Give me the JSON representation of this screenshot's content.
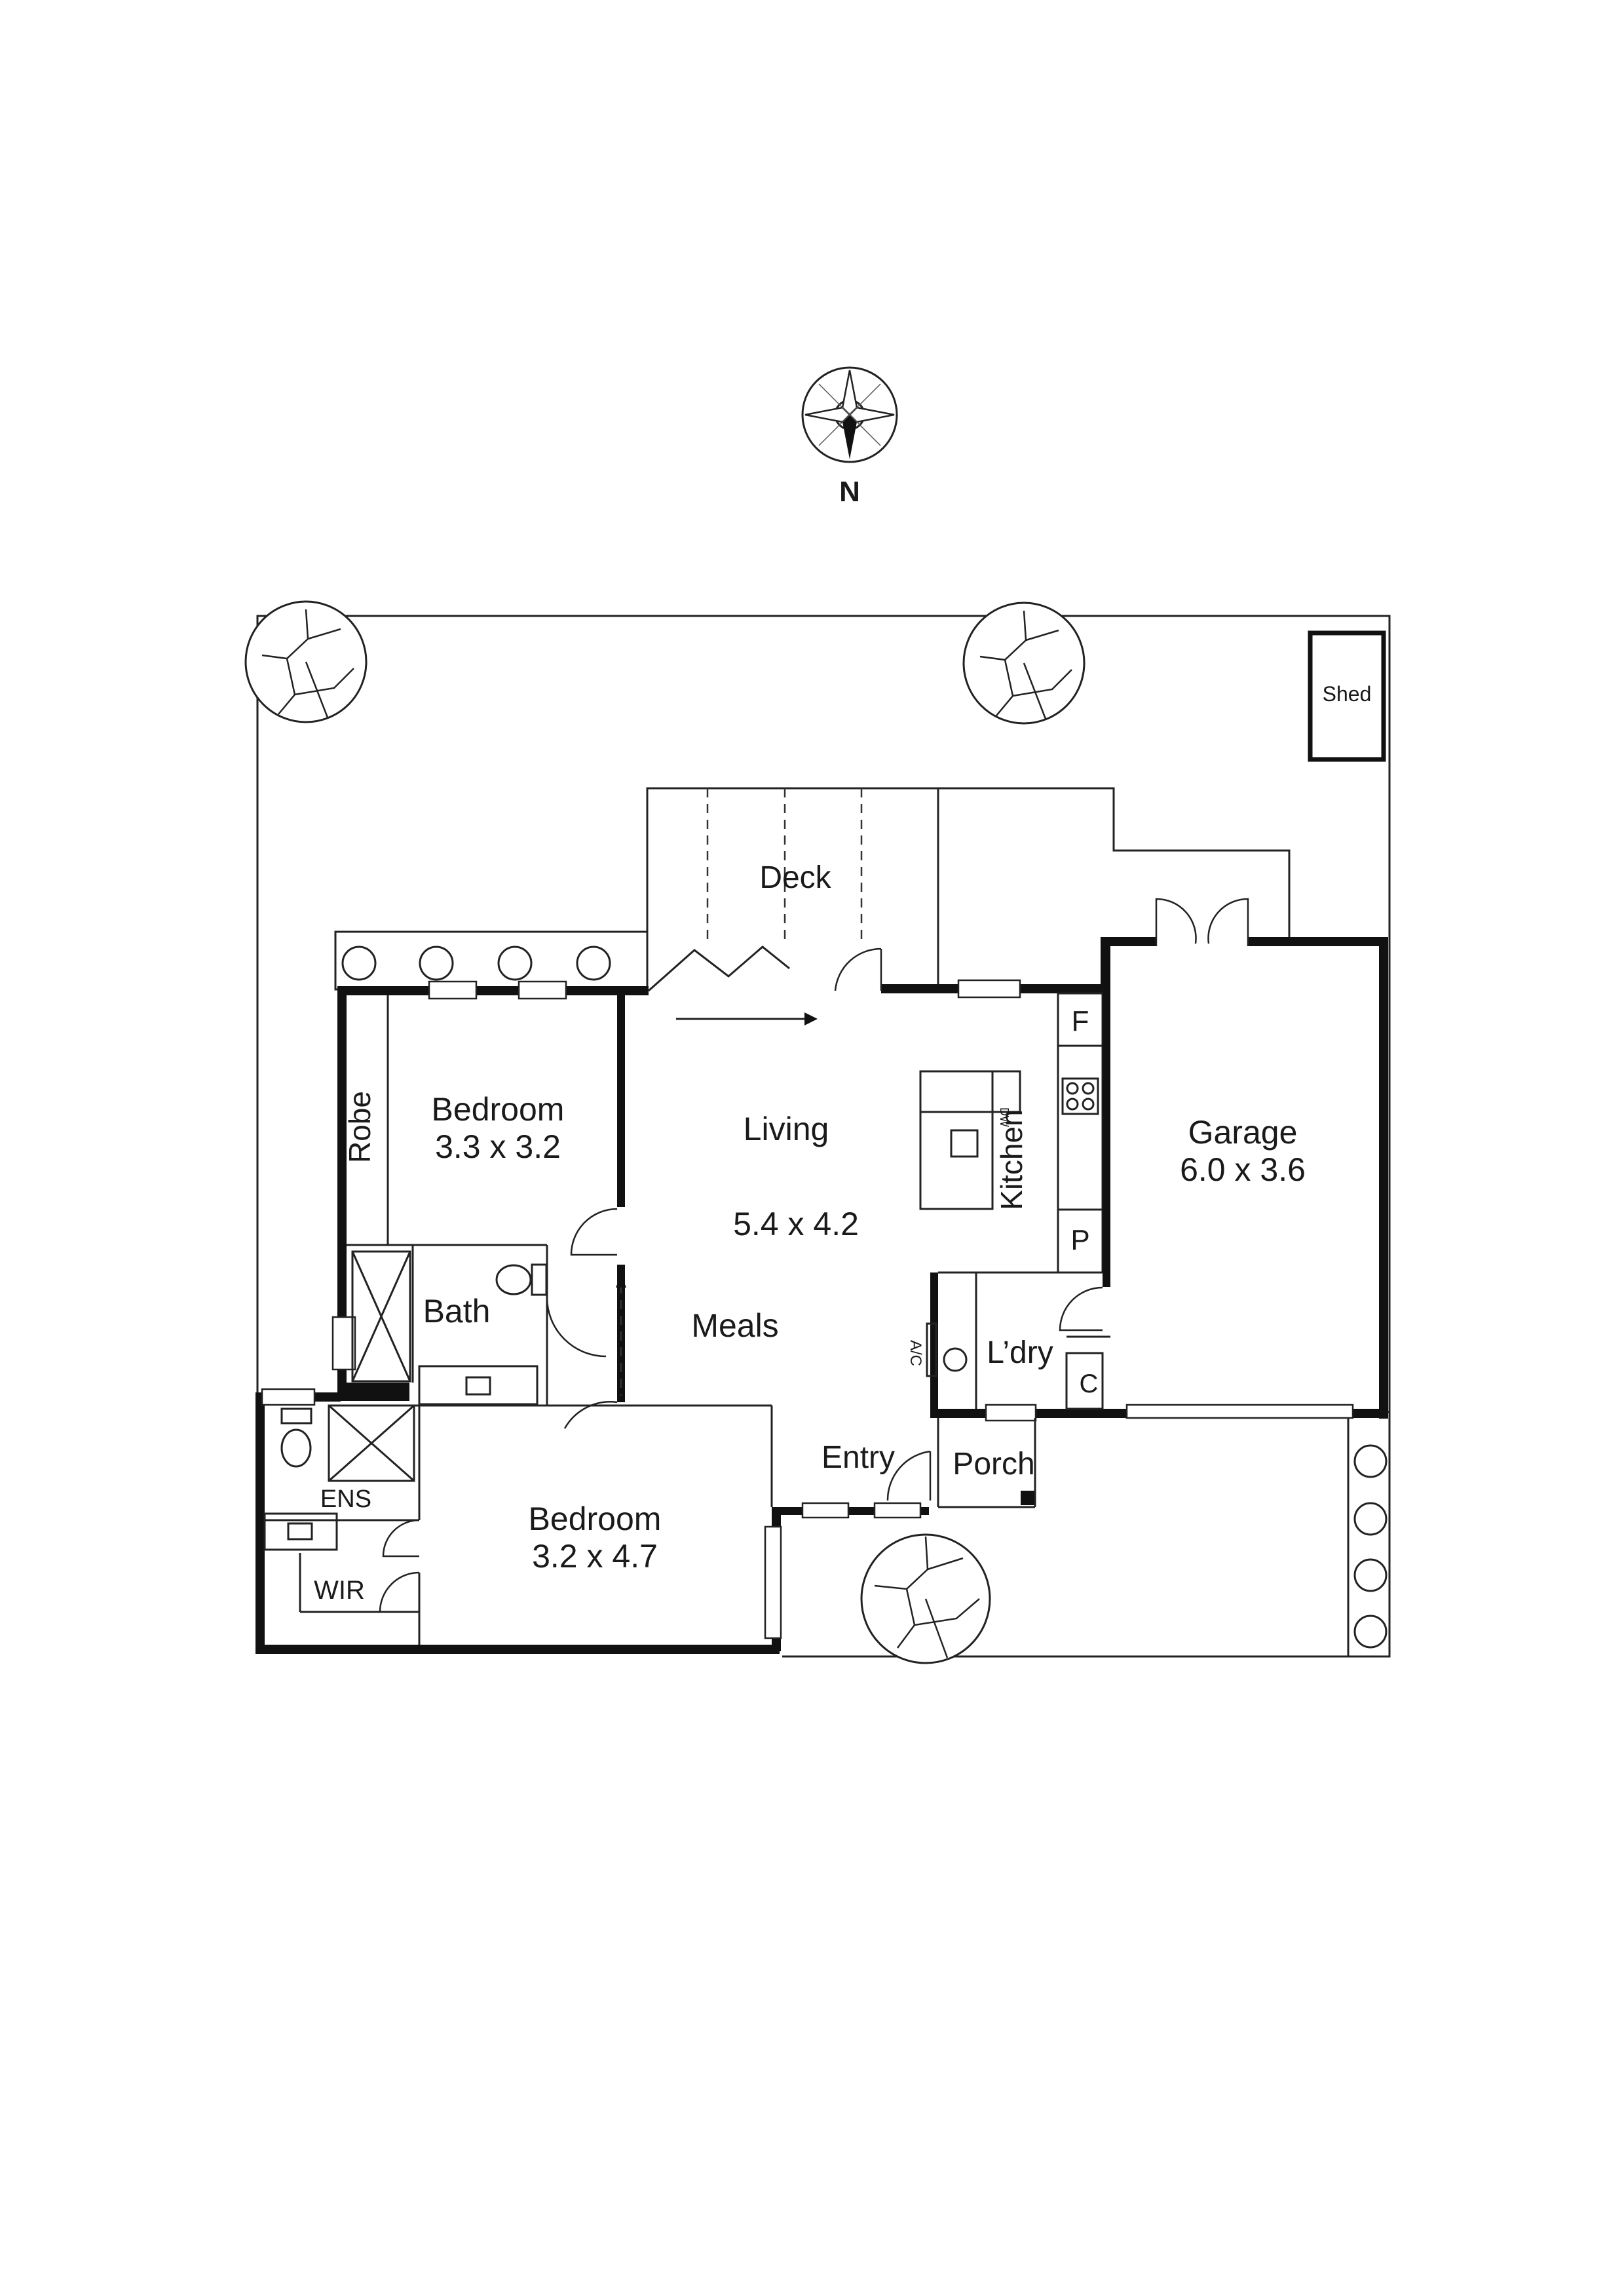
{
  "compass": {
    "label": "N"
  },
  "rooms": {
    "deck": {
      "name": "Deck"
    },
    "bedroom1": {
      "name": "Bedroom",
      "size": "3.3 x 3.2"
    },
    "robe": {
      "name": "Robe"
    },
    "living": {
      "name": "Living",
      "size": "5.4 x 4.2"
    },
    "meals": {
      "name": "Meals"
    },
    "kitchen": {
      "name": "Kitchen",
      "dw": "DW",
      "fridge": "F",
      "pantry": "P"
    },
    "garage": {
      "name": "Garage",
      "size": "6.0 x 3.6"
    },
    "bath": {
      "name": "Bath"
    },
    "laundry": {
      "name": "L’dry",
      "ac": "A/C",
      "cupboard": "C"
    },
    "entry": {
      "name": "Entry"
    },
    "porch": {
      "name": "Porch"
    },
    "ens": {
      "name": "ENS"
    },
    "wir": {
      "name": "WIR"
    },
    "bedroom2": {
      "name": "Bedroom",
      "size": "3.2 x 4.7"
    },
    "shed": {
      "name": "Shed"
    }
  }
}
